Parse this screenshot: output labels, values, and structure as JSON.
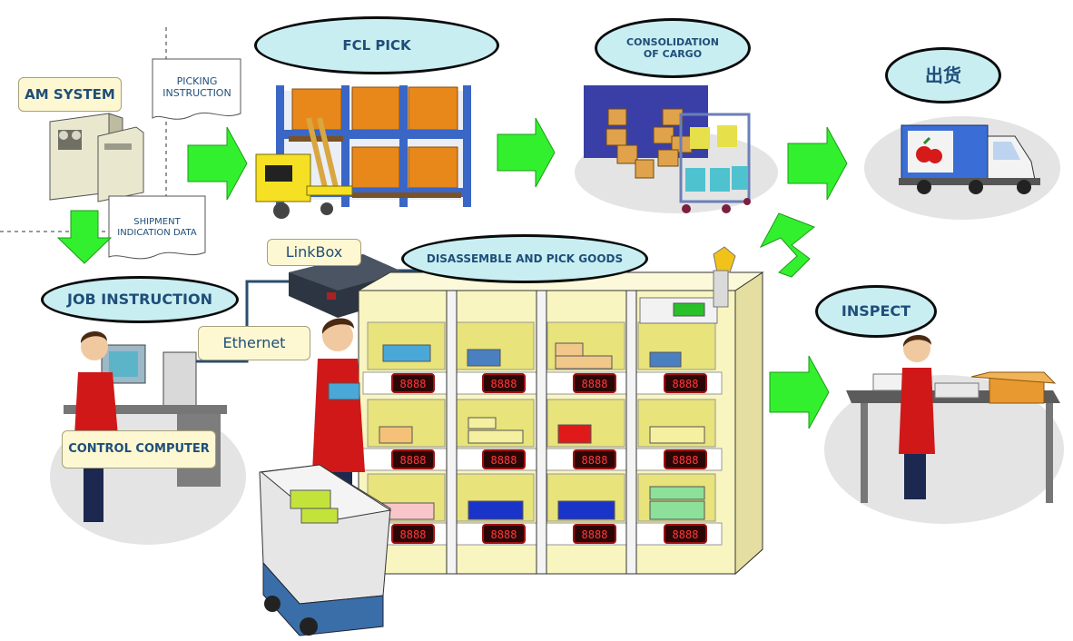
{
  "labels": {
    "am_system": "AM SYSTEM",
    "picking_instruction": [
      "PICKING",
      "INSTRUCTION"
    ],
    "shipment_indication": [
      "SHIPMENT",
      "INDICATION DATA"
    ],
    "fcl_pick": "FCL PICK",
    "consolidation": [
      "CONSOLIDATION",
      "OF CARGO"
    ],
    "shipment_cn": "出货",
    "job_instruction": "JOB INSTRUCTION",
    "linkbox": "LinkBox",
    "disassemble": "DISASSEMBLE AND PICK GOODS",
    "inspect": "INSPECT",
    "ethernet": "Ethernet",
    "control_computer": "CONTROL COMPUTER"
  },
  "display_text": "8888",
  "colors": {
    "oval_fill": "#c8eef2",
    "label_text": "#1f4e79",
    "arrow": "#33f02e",
    "tag_fill": "#fdf8d2",
    "shelf": "#f8f5c0",
    "apron": "#d01818"
  }
}
